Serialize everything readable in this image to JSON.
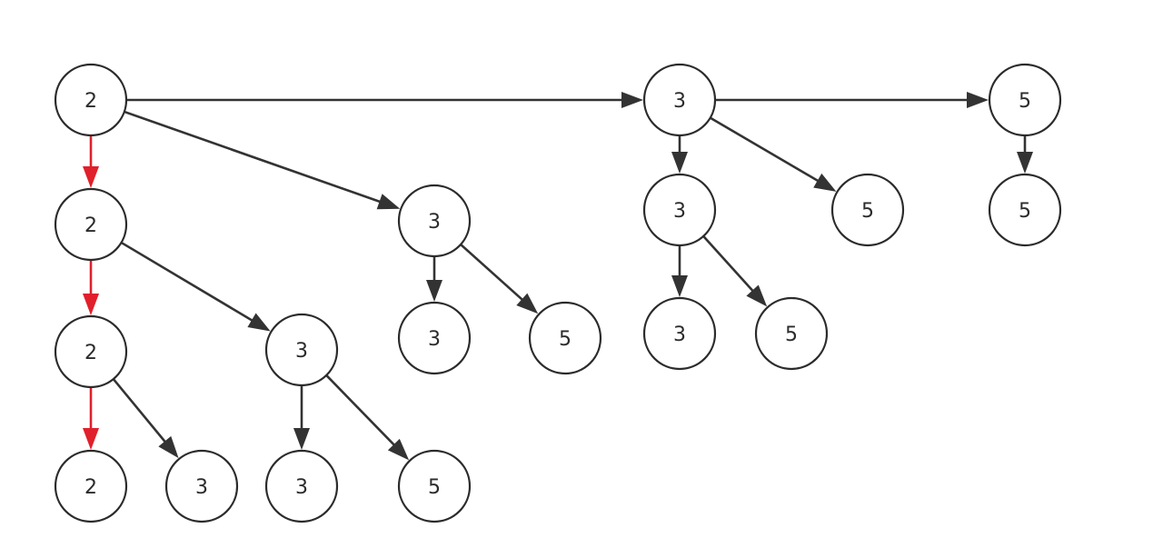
{
  "colors": {
    "edge": "#333333",
    "highlight": "#e0202b",
    "node_stroke": "#2b2b2b",
    "background": "#ffffff"
  },
  "nodes": [
    {
      "id": "n1",
      "label": "2"
    },
    {
      "id": "n2",
      "label": "3"
    },
    {
      "id": "n3",
      "label": "5"
    },
    {
      "id": "n4",
      "label": "2"
    },
    {
      "id": "n5",
      "label": "3"
    },
    {
      "id": "n6",
      "label": "3"
    },
    {
      "id": "n7",
      "label": "5"
    },
    {
      "id": "n8",
      "label": "5"
    },
    {
      "id": "n9",
      "label": "2"
    },
    {
      "id": "n10",
      "label": "3"
    },
    {
      "id": "n11",
      "label": "3"
    },
    {
      "id": "n12",
      "label": "5"
    },
    {
      "id": "n13",
      "label": "3"
    },
    {
      "id": "n14",
      "label": "5"
    },
    {
      "id": "n15",
      "label": "2"
    },
    {
      "id": "n16",
      "label": "3"
    },
    {
      "id": "n17",
      "label": "3"
    },
    {
      "id": "n18",
      "label": "5"
    }
  ],
  "edges": [
    {
      "from": "n1",
      "to": "n2",
      "highlight": false
    },
    {
      "from": "n2",
      "to": "n3",
      "highlight": false
    },
    {
      "from": "n1",
      "to": "n4",
      "highlight": true
    },
    {
      "from": "n1",
      "to": "n5",
      "highlight": false
    },
    {
      "from": "n2",
      "to": "n6",
      "highlight": false
    },
    {
      "from": "n2",
      "to": "n7",
      "highlight": false
    },
    {
      "from": "n3",
      "to": "n8",
      "highlight": false
    },
    {
      "from": "n4",
      "to": "n9",
      "highlight": true
    },
    {
      "from": "n4",
      "to": "n10",
      "highlight": false
    },
    {
      "from": "n5",
      "to": "n11",
      "highlight": false
    },
    {
      "from": "n5",
      "to": "n12",
      "highlight": false
    },
    {
      "from": "n6",
      "to": "n13",
      "highlight": false
    },
    {
      "from": "n6",
      "to": "n14",
      "highlight": false
    },
    {
      "from": "n9",
      "to": "n15",
      "highlight": true
    },
    {
      "from": "n9",
      "to": "n16",
      "highlight": false
    },
    {
      "from": "n10",
      "to": "n17",
      "highlight": false
    },
    {
      "from": "n10",
      "to": "n18",
      "highlight": false
    }
  ]
}
